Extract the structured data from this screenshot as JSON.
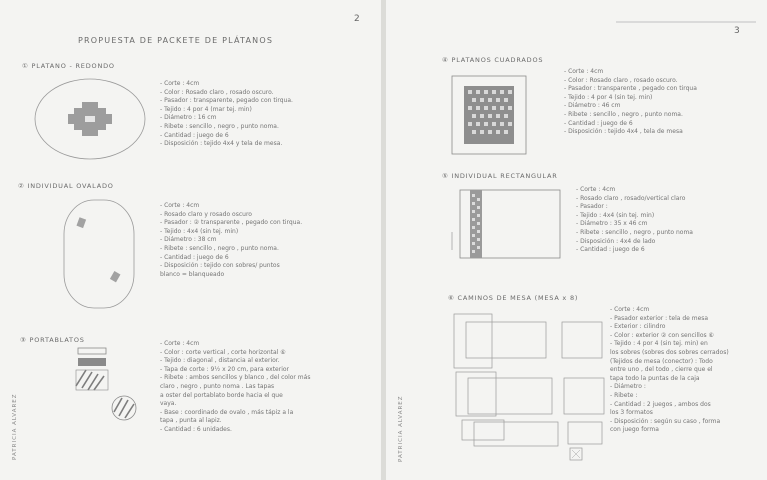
{
  "left_page": {
    "page_number": "2",
    "title": "PROPUESTA DE    PACKETE  DE  PLÁTANOS",
    "side_label": "PATRICIA ALVAREZ",
    "sections": [
      {
        "heading": "① PLATANO - REDONDO",
        "notes": [
          "- Corte : 4cm",
          "- Color : Rosado claro , rosado oscuro.",
          "- Pasador : transparente, pegado con tirqua.",
          "- Tejido : 4 por 4 (mar tej. min)",
          "- Diámetro : 16 cm",
          "- Ribete : sencillo , negro , punto noma.",
          "- Cantidad : juego de 6",
          "- Disposición : tejido 4x4 y tela de mesa."
        ]
      },
      {
        "heading": "② INDIVIDUAL OVALADO",
        "notes": [
          "- Corte : 4cm",
          "- Rosado claro y rosado oscuro",
          "- Pasador : ② transparente , pegado con tirqua.",
          "- Tejido : 4x4 (sin tej. min)",
          "- Diámetro : 38 cm",
          "- Ribete : sencillo , negro , punto noma.",
          "- Cantidad : juego de 6",
          "- Disposición : tejido con sobres/ puntos",
          "     blanco = blanqueado"
        ]
      },
      {
        "heading": "③ PORTABLATOS",
        "notes": [
          "- Corte : 4cm",
          "- Color : corte vertical , corte horizontal ⑥",
          "- Tejido : diagonal , distancia al exterior.",
          "- Tapa de corte : 9½ x 20 cm, para exterior",
          "- Ribete : ambos sencillos y blanco , del color más",
          "     claro , negro , punto noma . Las tapas",
          "  a oster del portablato borde hacia el que",
          "  vaya.",
          "- Base : coordinado de ovalo , más tápiz a la",
          "  tapa , punta al lapiz.",
          "- Cantidad : 6 unidades."
        ]
      }
    ]
  },
  "right_page": {
    "page_number": "3",
    "side_label": "PATRICIA ALVAREZ",
    "sections": [
      {
        "heading": "④ PLATANOS CUADRADOS",
        "notes": [
          "- Corte : 4cm",
          "- Color : Rosado claro , rosado oscuro.",
          "- Pasador : transparente , pegado con tirqua",
          "- Tejido : 4 por 4 (sin tej. min)",
          "- Diámetro : 46 cm",
          "- Ribete : sencillo , negro , punto noma.",
          "- Cantidad : juego de 6",
          "- Disposición : tejido 4x4 , tela de mesa"
        ]
      },
      {
        "heading": "⑤ INDIVIDUAL RECTANGULAR",
        "notes": [
          "- Corte : 4cm",
          "- Rosado claro , rosado/vertical claro",
          "- Pasador :",
          "- Tejido : 4x4 (sin tej. min)",
          "- Diámetro : 35 x 46 cm",
          "- Ribete : sencillo , negro , punto noma",
          "- Disposición : 4x4 de lado",
          "- Cantidad : juego de 6"
        ]
      },
      {
        "heading": "⑥ CAMINOS DE MESA (MESA x 8)",
        "notes": [
          "- Corte : 4cm",
          "- Pasador exterior : tela de mesa",
          "- Exterior : cilindro",
          "- Color : exterior ② con sencillos ⑥",
          "- Tejido : 4 por 4 (sin tej. min) en",
          "  los sobres (sobres dos sobres cerrados)",
          "  (Tejidos de mesa (conector) : Todo",
          "  entre uno , del todo , cierre que el",
          "  tapa todo la puntas de la caja",
          "- Diámetro :",
          "- Ribete :",
          "- Cantidad : 2 juegos , ambos dos",
          "  los 3 formatos",
          "- Disposición : según su caso , forma",
          "  con juego forma"
        ]
      }
    ]
  }
}
